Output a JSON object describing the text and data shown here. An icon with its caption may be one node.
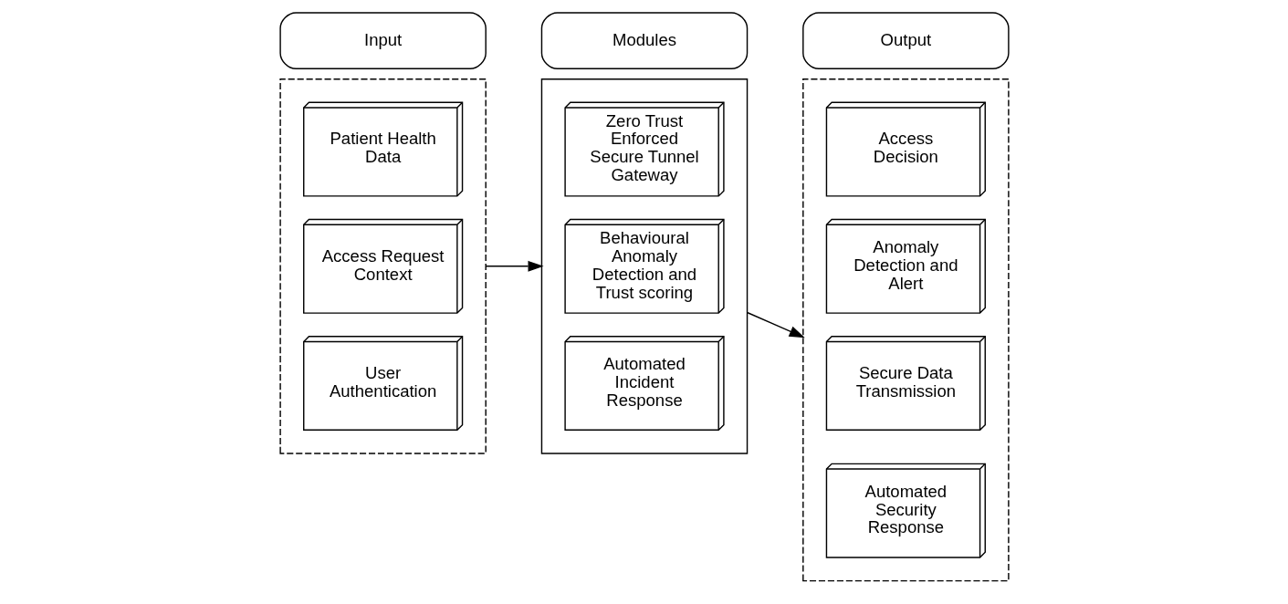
{
  "diagram": {
    "nodes": [
      {
        "text": [
          "Input"
        ]
      },
      {
        "text": [
          "Modules"
        ]
      },
      {
        "text": [
          "Output"
        ]
      },
      {
        "text": [],
        "shape": "box"
      },
      {
        "text": [
          "Patient Health Data"
        ],
        "in": 3
      },
      {
        "text": [
          "Access Request Context"
        ],
        "in": 3
      },
      {
        "text": [
          "User Authentication"
        ],
        "in": 3
      },
      {
        "text": [],
        "shape": "box"
      },
      {
        "text": [
          "Zero Trust Enforced Secure Tunnel Gateway"
        ],
        "in": 7
      },
      {
        "text": [
          "Behavioural Anomaly Detection and Trust scoring"
        ],
        "in": 7
      },
      {
        "text": [
          "Automated Incident Response"
        ],
        "in": 7
      },
      {
        "text": [],
        "shape": "box"
      },
      {
        "text": [
          "Access Decision"
        ],
        "in": 11
      },
      {
        "text": [
          "Anomaly Detection and Alert"
        ],
        "in": 11
      },
      {
        "text": [
          "Secure Data Transmission"
        ],
        "in": 11
      },
      {
        "text": [
          "Automated Security Response"
        ],
        "in": 11
      }
    ],
    "edges": [
      {
        "from": 3,
        "to": 7,
        "arrow": "to"
      },
      {
        "from": 7,
        "to": 11,
        "arrow": "to"
      }
    ]
  }
}
